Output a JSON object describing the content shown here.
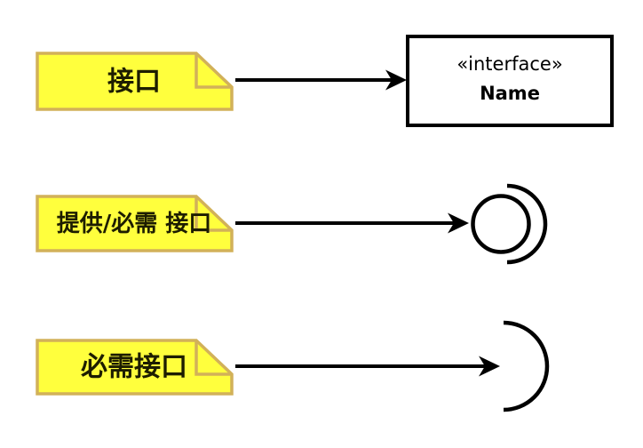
{
  "colors": {
    "background": "#FFFFFF",
    "note_fill": "#FFFF3D",
    "note_border": "#D2B159",
    "note_text": "#1D1D00",
    "line": "#000000",
    "box_fill": "#FFFFFF",
    "box_border": "#000000",
    "box_text": "#000000"
  },
  "notes": [
    {
      "label": "接口"
    },
    {
      "label": "提供/必需 接口"
    },
    {
      "label": "必需接口"
    }
  ],
  "interface_box": {
    "stereotype": "«interface»",
    "name": "Name"
  },
  "icons": {
    "row2": "ball-and-socket-icon",
    "row3": "socket-icon"
  }
}
